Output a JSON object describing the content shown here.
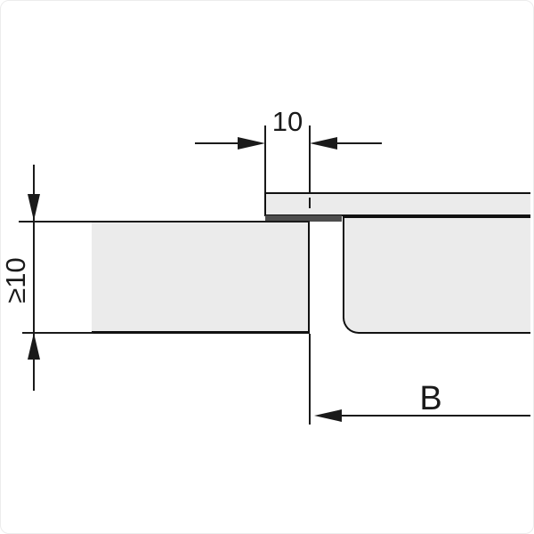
{
  "drawing": {
    "title": "flush-mount installation cross-section",
    "dimensions": {
      "top": {
        "label": "10"
      },
      "left": {
        "label": "≥10"
      },
      "bottom": {
        "label": "B"
      }
    },
    "parts": {
      "countertop": "worktop cross-section",
      "flange": "appliance top flange",
      "seal": "seal strip",
      "body": "appliance body"
    },
    "colors": {
      "line": "#1a1a1a",
      "edge": "#111111",
      "fill": "#ebebeb",
      "seal": "#4d4d4d",
      "bg": "#ffffff"
    }
  }
}
